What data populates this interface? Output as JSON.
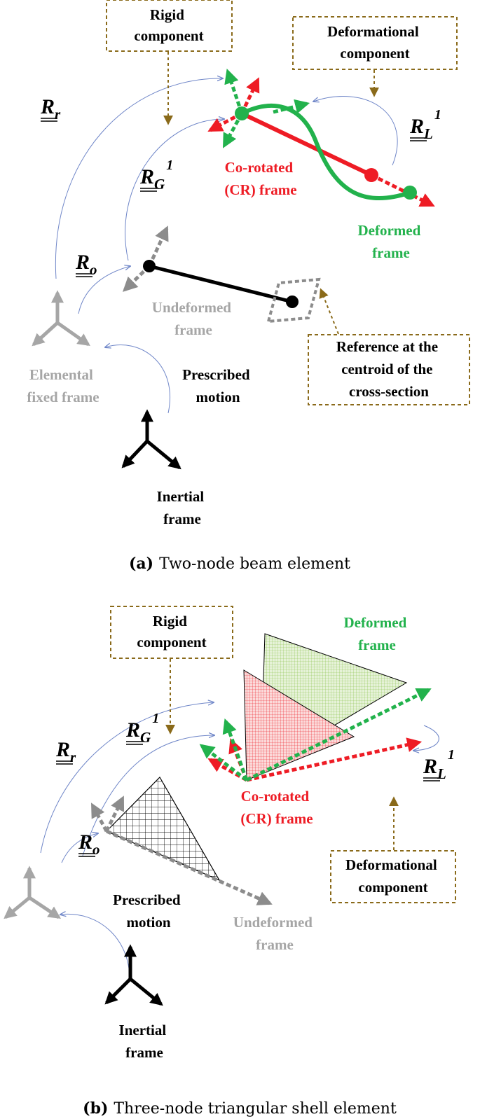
{
  "colors": {
    "red": "#ee1c25",
    "green": "#22b24c",
    "gray": "#a6a6a6",
    "darkgray": "#8c8c8c",
    "box_border": "#8a6a1a",
    "arc": "#6f86c8"
  },
  "panel_a": {
    "rigid_component": [
      "Rigid",
      "component"
    ],
    "deformational_component": [
      "Deformational",
      "component"
    ],
    "co_rotated": [
      "Co-rotated",
      "(CR) frame"
    ],
    "deformed": [
      "Deformed",
      "frame"
    ],
    "undeformed": [
      "Undeformed",
      "frame"
    ],
    "reference": [
      "Reference at the",
      "centroid of the",
      "cross-section"
    ],
    "elemental": [
      "Elemental",
      "fixed frame"
    ],
    "prescribed": [
      "Prescribed",
      "motion"
    ],
    "inertial": [
      "Inertial",
      "frame"
    ],
    "R_r": {
      "base": "R",
      "sub": "r"
    },
    "R_G": {
      "base": "R",
      "sub": "G",
      "sup": "1"
    },
    "R_L": {
      "base": "R",
      "sub": "L",
      "sup": "1"
    },
    "R_o": {
      "base": "R",
      "sub": "o"
    },
    "caption_tag": "(a)",
    "caption_text": "Two-node beam element"
  },
  "panel_b": {
    "rigid_component": [
      "Rigid",
      "component"
    ],
    "deformed": [
      "Deformed",
      "frame"
    ],
    "co_rotated": [
      "Co-rotated",
      "(CR) frame"
    ],
    "deformational_component": [
      "Deformational",
      "component"
    ],
    "prescribed": [
      "Prescribed",
      "motion"
    ],
    "undeformed": [
      "Undeformed",
      "frame"
    ],
    "inertial": [
      "Inertial",
      "frame"
    ],
    "R_r": {
      "base": "R",
      "sub": "r"
    },
    "R_G": {
      "base": "R",
      "sub": "G",
      "sup": "1"
    },
    "R_L": {
      "base": "R",
      "sub": "L",
      "sup": "1"
    },
    "R_o": {
      "base": "R",
      "sub": "o"
    },
    "caption_tag": "(b)",
    "caption_text": "Three-node triangular shell element"
  }
}
